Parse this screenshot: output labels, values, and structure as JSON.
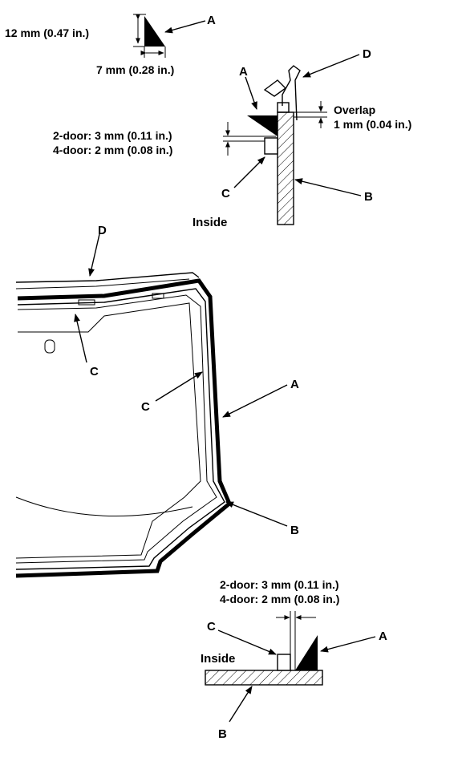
{
  "top_detail": {
    "height_dim": "12 mm (0.47 in.)",
    "width_dim": "7 mm (0.28 in.)",
    "label_a": "A"
  },
  "section_detail": {
    "label_d": "D",
    "label_a": "A",
    "overlap_line1": "Overlap",
    "overlap_line2": "1 mm (0.04 in.)",
    "gap_2door": "2-door: 3 mm (0.11 in.)",
    "gap_4door": "4-door: 2 mm (0.08 in.)",
    "label_c": "C",
    "label_b": "B",
    "inside": "Inside"
  },
  "windshield": {
    "label_d": "D",
    "label_c_left": "C",
    "label_c_mid": "C",
    "label_a": "A",
    "label_b": "B"
  },
  "bottom_detail": {
    "gap_2door": "2-door: 3 mm (0.11 in.)",
    "gap_4door": "4-door: 2 mm (0.08 in.)",
    "label_c": "C",
    "label_a": "A",
    "inside": "Inside",
    "label_b": "B"
  }
}
